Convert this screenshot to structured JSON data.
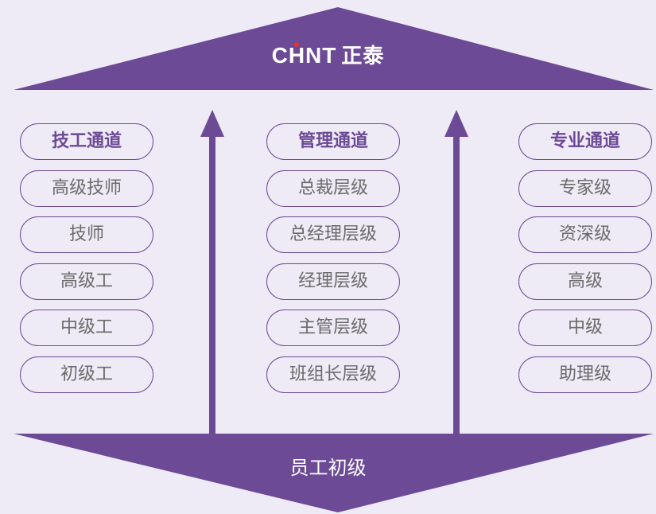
{
  "top_banner": {
    "logo_brand": "CHNT",
    "logo_chinese": "正泰"
  },
  "bottom_banner": {
    "label": "员工初级"
  },
  "tracks": [
    {
      "title": "技工通道",
      "levels": [
        "高级技师",
        "技师",
        "高级工",
        "中级工",
        "初级工"
      ]
    },
    {
      "title": "管理通道",
      "levels": [
        "总裁层级",
        "总经理层级",
        "经理层级",
        "主管层级",
        "班组长层级"
      ]
    },
    {
      "title": "专业通道",
      "levels": [
        "专家级",
        "资深级",
        "高级",
        "中级",
        "助理级"
      ]
    }
  ],
  "colors": {
    "accent_purple": "#6c4a96",
    "background": "#efebf6",
    "pill_text": "#6b6b6b",
    "logo_dot_red": "#e5322d"
  }
}
